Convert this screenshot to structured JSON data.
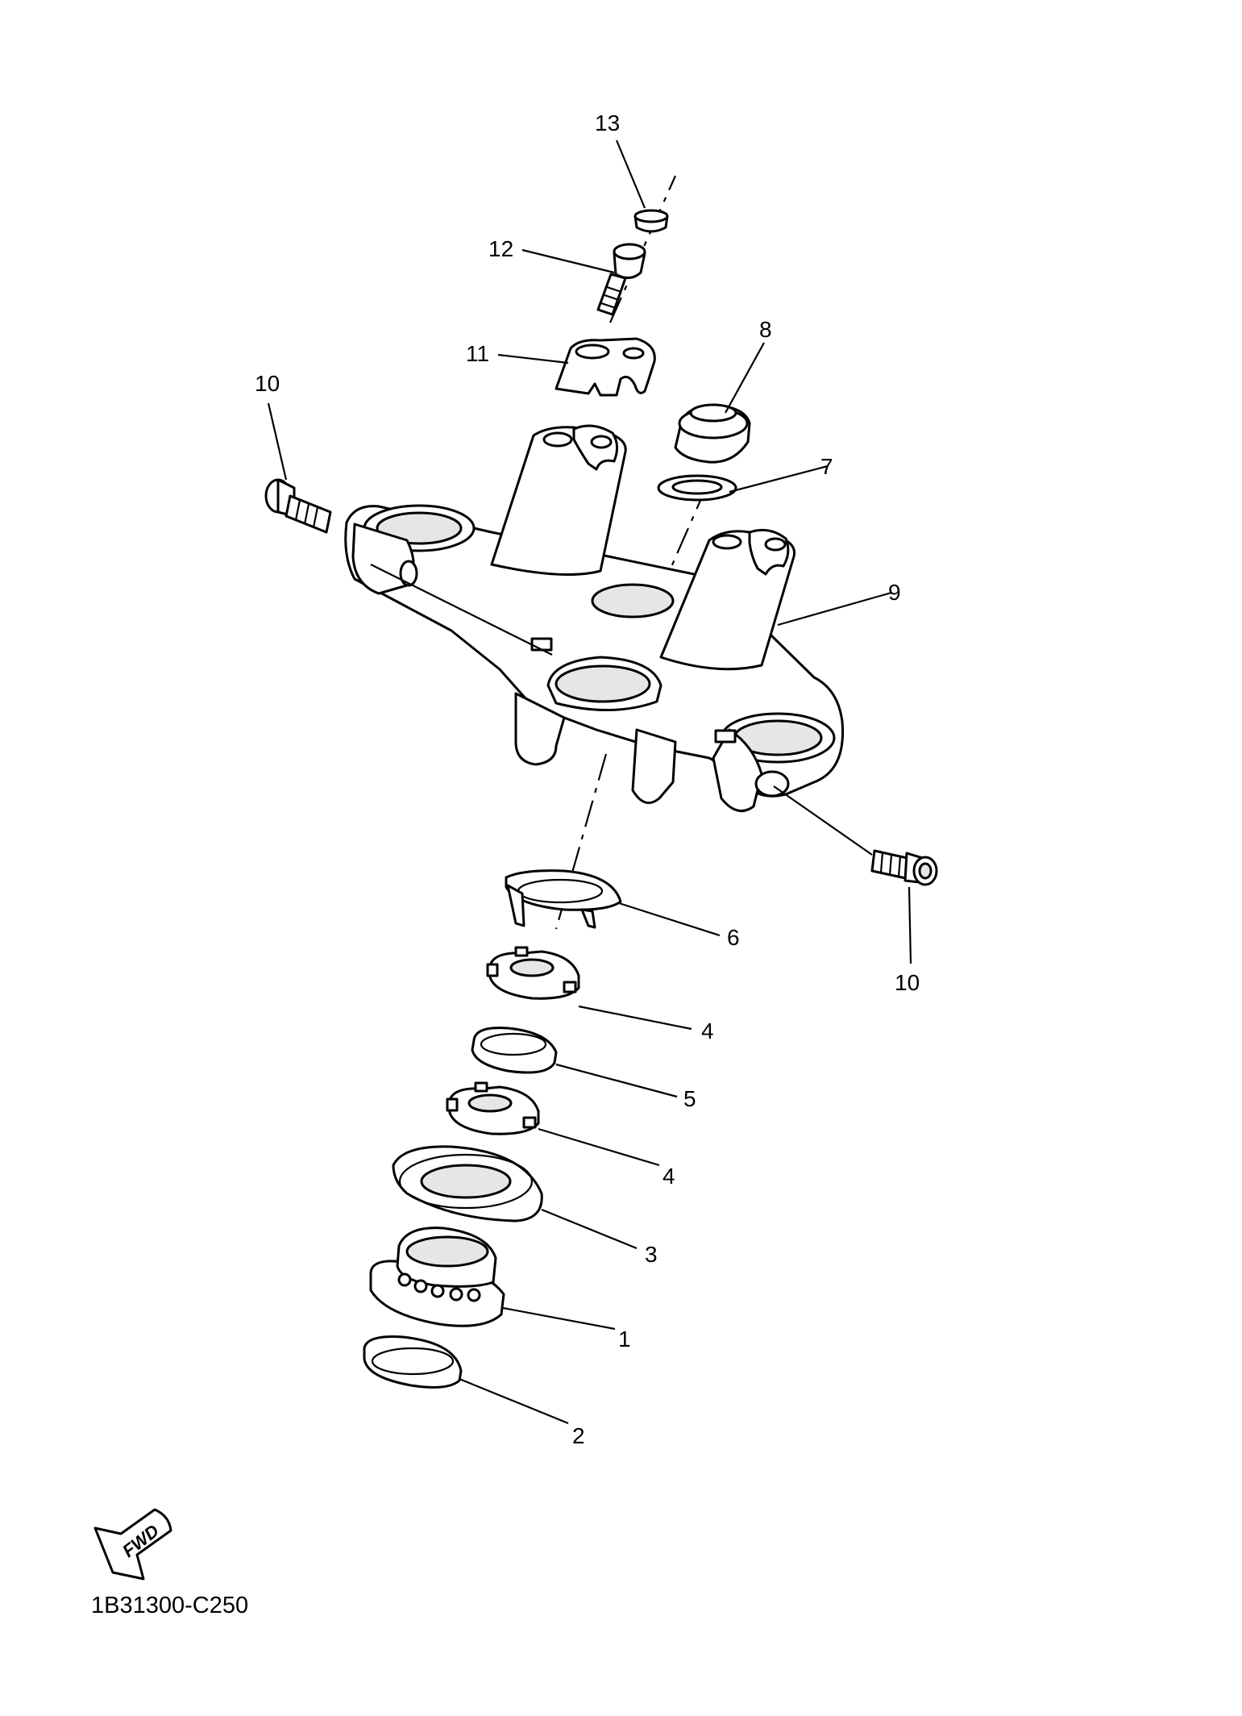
{
  "diagram": {
    "drawing_code": "1B31300-C250",
    "direction_badge": "FWD",
    "callouts": [
      {
        "id": "c1",
        "label": "1"
      },
      {
        "id": "c2",
        "label": "2"
      },
      {
        "id": "c3",
        "label": "3"
      },
      {
        "id": "c4a",
        "label": "4"
      },
      {
        "id": "c4b",
        "label": "4"
      },
      {
        "id": "c5",
        "label": "5"
      },
      {
        "id": "c6",
        "label": "6"
      },
      {
        "id": "c7",
        "label": "7"
      },
      {
        "id": "c8",
        "label": "8"
      },
      {
        "id": "c9",
        "label": "9"
      },
      {
        "id": "c10a",
        "label": "10"
      },
      {
        "id": "c10b",
        "label": "10"
      },
      {
        "id": "c11",
        "label": "11"
      },
      {
        "id": "c12",
        "label": "12"
      },
      {
        "id": "c13",
        "label": "13"
      }
    ]
  }
}
